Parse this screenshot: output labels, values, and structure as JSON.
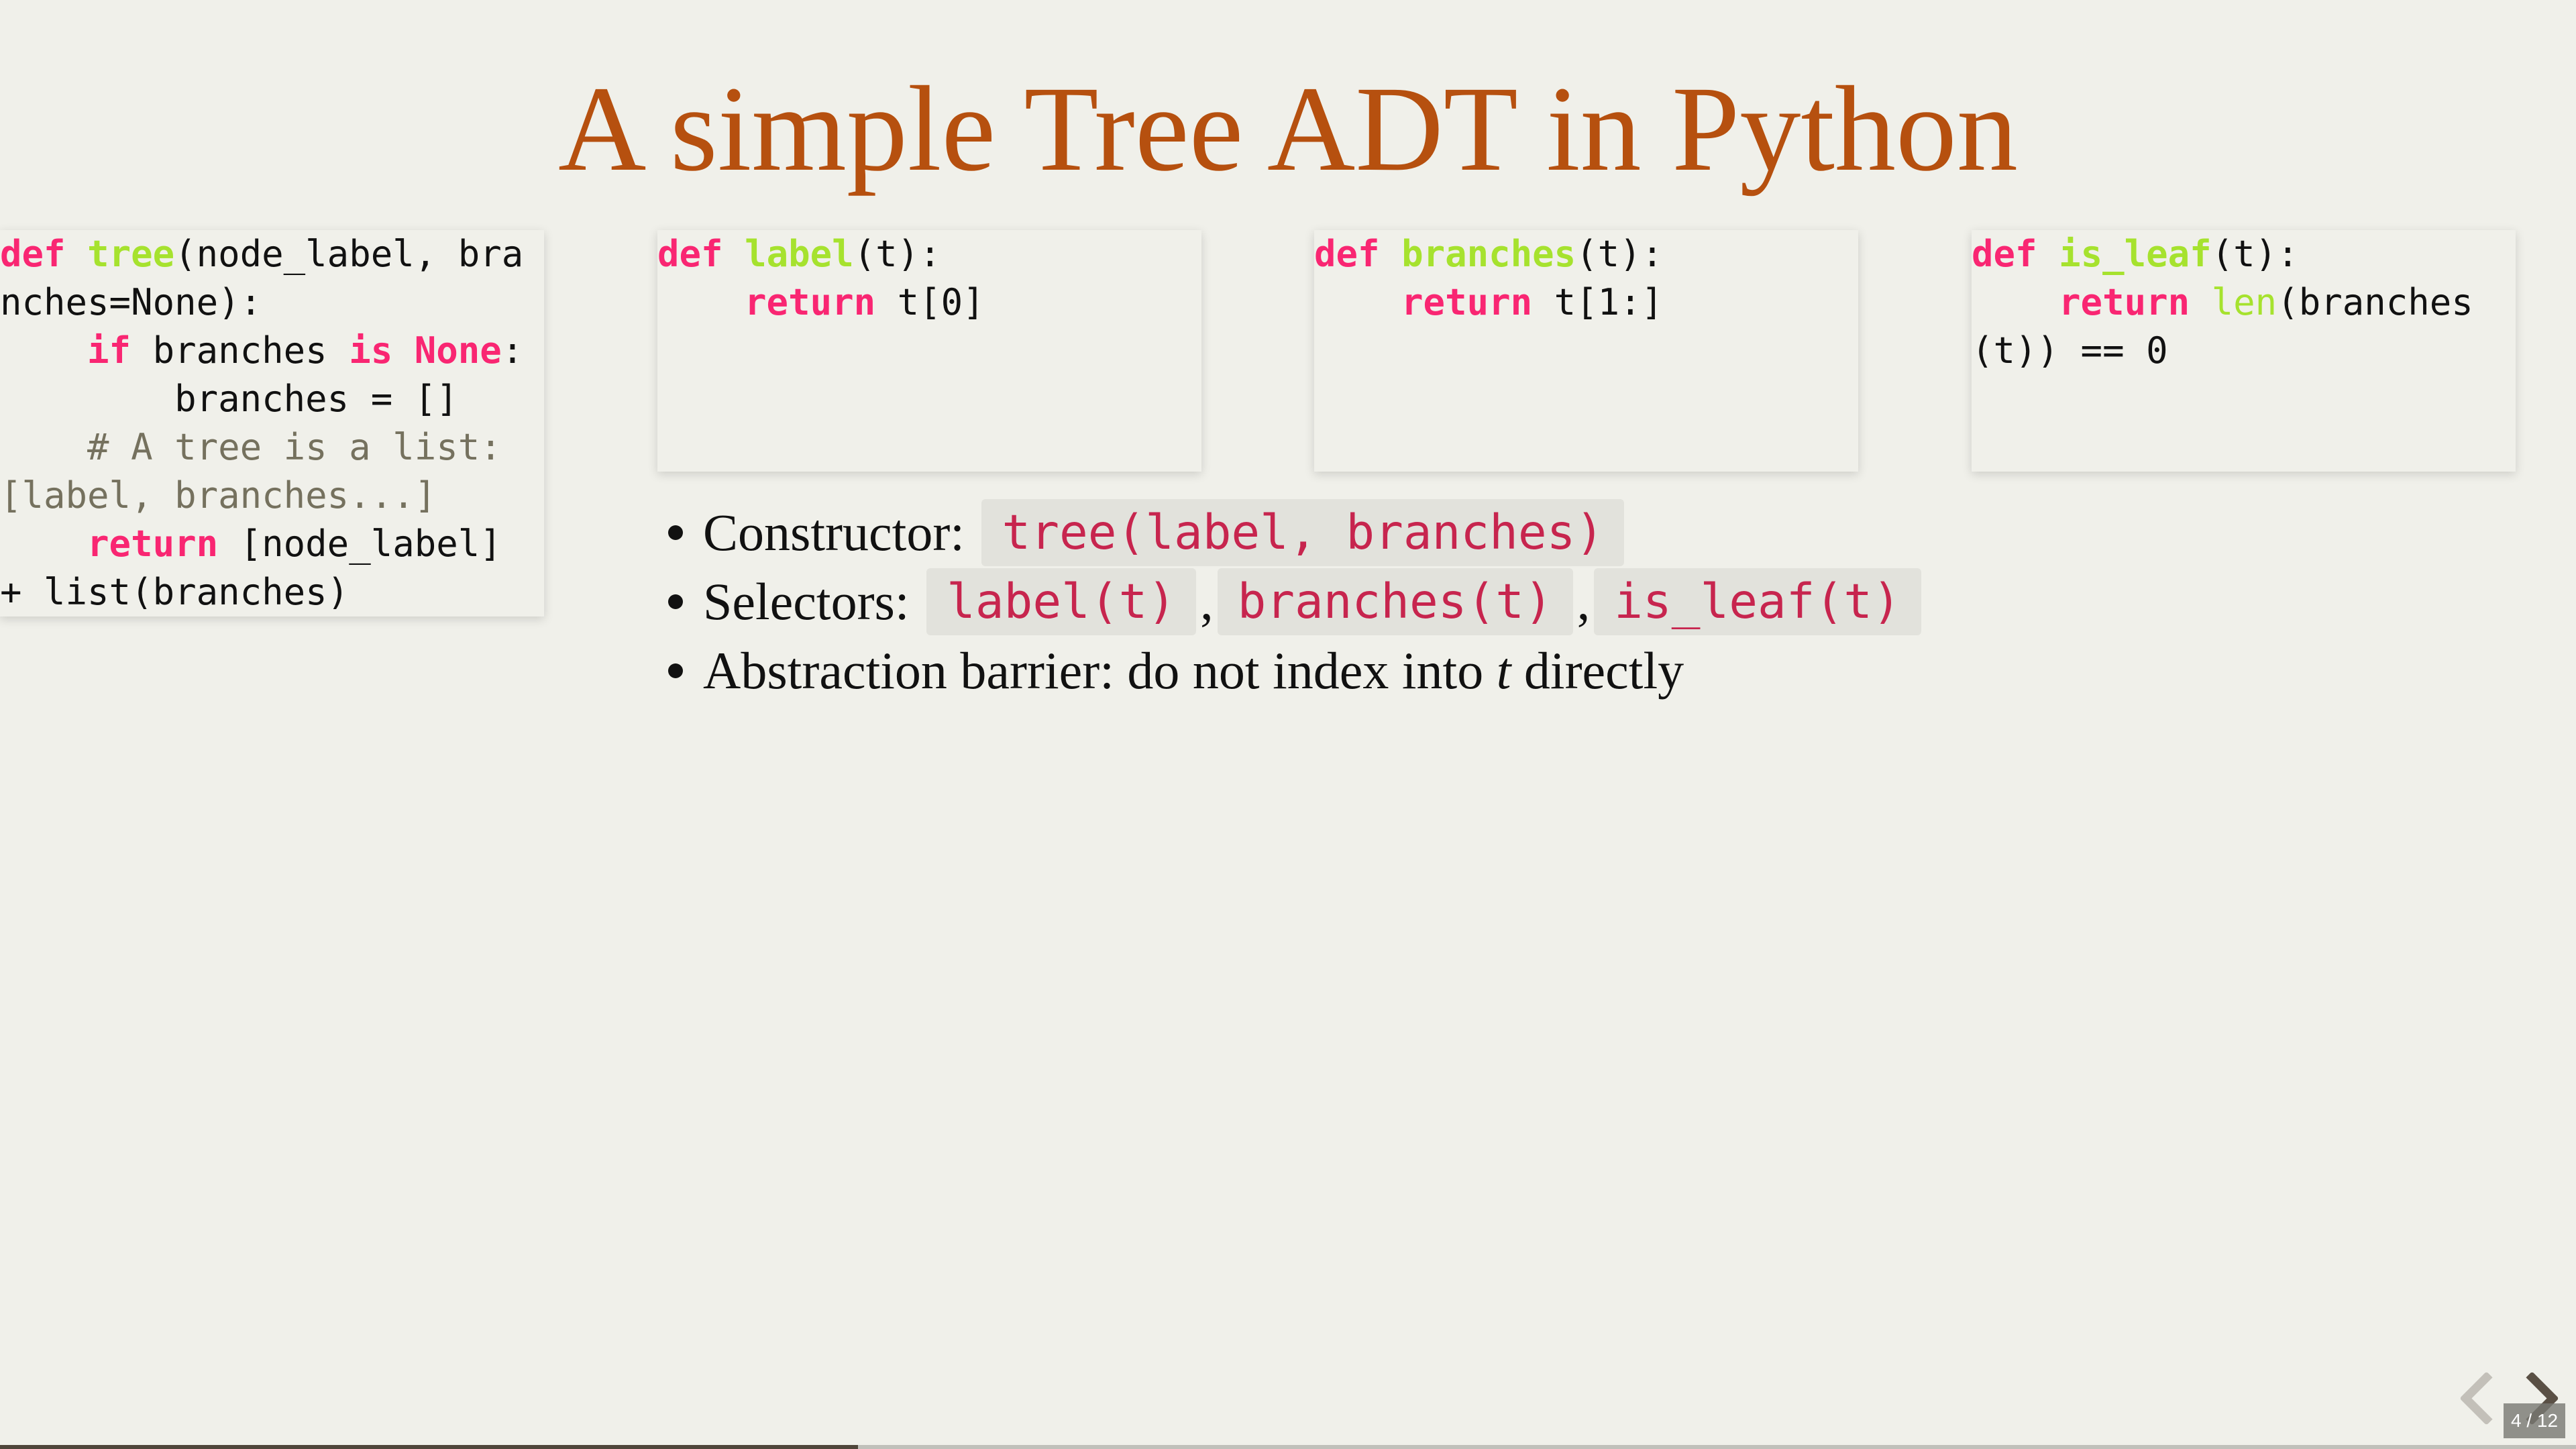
{
  "slide": {
    "title": "A simple Tree ADT in Python",
    "code_blocks": [
      {
        "name": "tree-constructor-code",
        "lines": [
          [
            [
              "kw",
              "def"
            ],
            [
              "",
              ""
            ],
            [
              "",
              " "
            ],
            [
              "fn",
              "tree"
            ],
            [
              "",
              "(node_label, branches=None):"
            ]
          ],
          [
            [
              "",
              "    "
            ],
            [
              "kw",
              "if"
            ],
            [
              "",
              " branches "
            ],
            [
              "kw",
              "is"
            ],
            [
              "",
              " "
            ],
            [
              "kw",
              "None"
            ],
            [
              "",
              ":"
            ]
          ],
          [
            [
              "",
              "        branches = []"
            ]
          ],
          [
            [
              "",
              "    "
            ],
            [
              "cm",
              "# A tree is a list: [label, branches...]"
            ]
          ],
          [
            [
              "",
              "    "
            ],
            [
              "kw",
              "return"
            ],
            [
              "",
              " [node_label] + list(branches)"
            ]
          ]
        ]
      },
      {
        "name": "label-selector-code",
        "lines": [
          [
            [
              "kw",
              "def"
            ],
            [
              "",
              " "
            ],
            [
              "fn",
              "label"
            ],
            [
              "",
              "(t):"
            ]
          ],
          [
            [
              "",
              "    "
            ],
            [
              "kw",
              "return"
            ],
            [
              "",
              " t[0]"
            ]
          ]
        ]
      },
      {
        "name": "branches-selector-code",
        "lines": [
          [
            [
              "kw",
              "def"
            ],
            [
              "",
              " "
            ],
            [
              "fn",
              "branches"
            ],
            [
              "",
              "(t):"
            ]
          ],
          [
            [
              "",
              "    "
            ],
            [
              "kw",
              "return"
            ],
            [
              "",
              " t[1:]"
            ]
          ]
        ]
      },
      {
        "name": "is-leaf-selector-code",
        "lines": [
          [
            [
              "kw",
              "def"
            ],
            [
              "",
              " "
            ],
            [
              "fn",
              "is_leaf"
            ],
            [
              "",
              "(t):"
            ]
          ],
          [
            [
              "",
              "    "
            ],
            [
              "kw",
              "return"
            ],
            [
              "",
              " "
            ],
            [
              "bi",
              "len"
            ],
            [
              "",
              "(branches(t)) == 0"
            ]
          ]
        ]
      }
    ],
    "bullets": {
      "constructor_label": "Constructor: ",
      "constructor_code": "tree(label, branches)",
      "selectors_label": "Selectors: ",
      "selector_1": "label(t)",
      "selector_2": "branches(t)",
      "selector_3": "is_leaf(t)",
      "comma": ",",
      "barrier_text_1": "Abstraction barrier: do not index into ",
      "barrier_var": "t",
      "barrier_text_2": " directly"
    }
  },
  "navigation": {
    "current_slide": "4",
    "separator": "/",
    "total_slides": "12",
    "counter_text": "4 / 12",
    "progress_fraction": 0.333,
    "prev_icon": "chevron-left-icon",
    "next_icon": "chevron-right-icon"
  },
  "colors": {
    "title": "#b6500f",
    "keyword": "#f92672",
    "function": "#a6e22e",
    "comment": "#75715e",
    "inline_code": "#c7254e",
    "progress": "#4f463a"
  }
}
